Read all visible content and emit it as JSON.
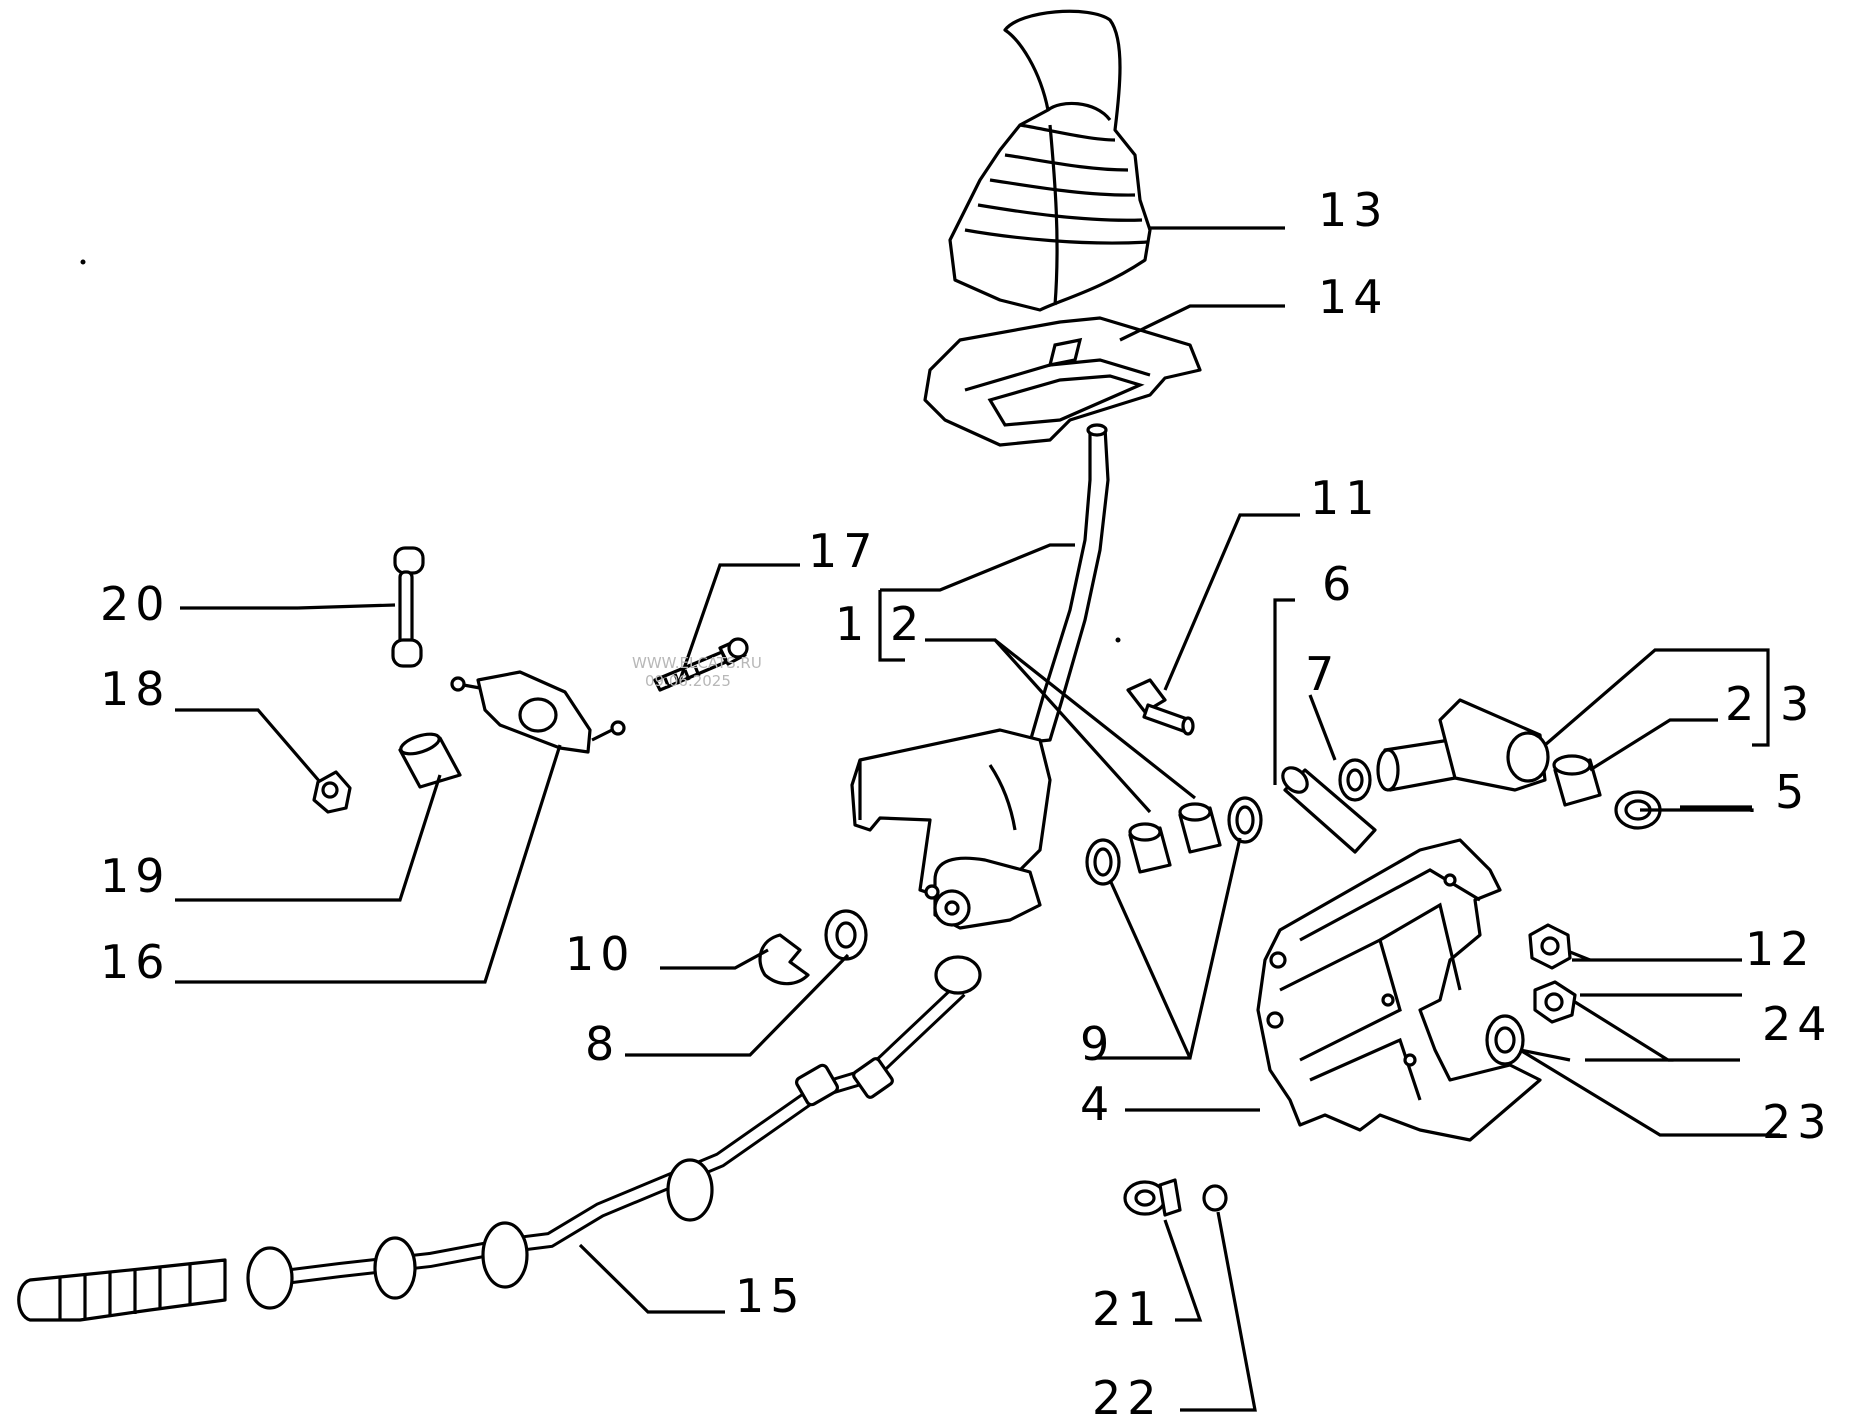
{
  "callouts": {
    "c1": "1",
    "c2a": "2",
    "c2b": "2",
    "c3": "3",
    "c4": "4",
    "c5": "5",
    "c6": "6",
    "c7": "7",
    "c8": "8",
    "c9": "9",
    "c10": "10",
    "c11": "11",
    "c12": "12",
    "c13": "13",
    "c14": "14",
    "c15": "15",
    "c16": "16",
    "c17": "17",
    "c18": "18",
    "c19": "19",
    "c20": "20",
    "c21": "21",
    "c22": "22",
    "c23": "23",
    "c24": "24"
  },
  "watermark": {
    "line1": "WWW.ELCATS.RU",
    "line2": "09.06.2025"
  }
}
